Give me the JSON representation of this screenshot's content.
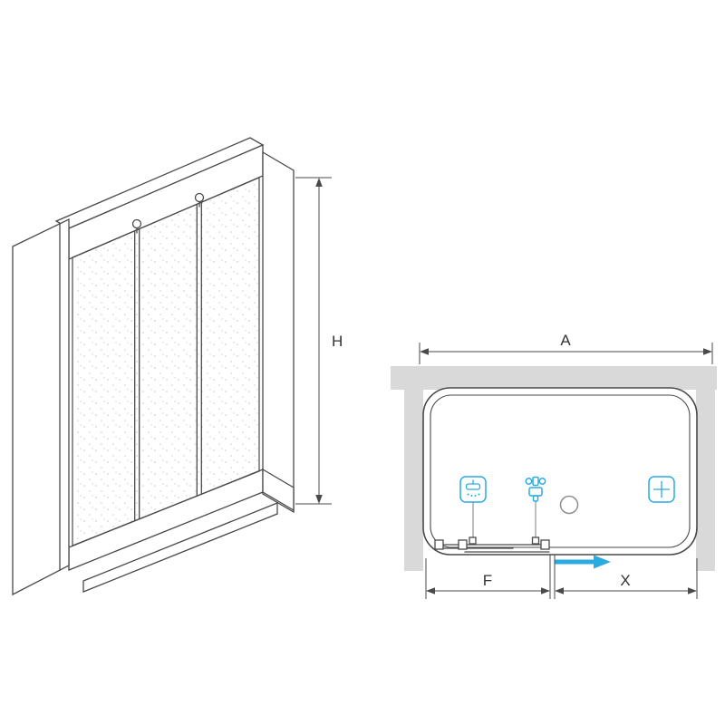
{
  "colors": {
    "accent": "#29abe2",
    "wall_fill": "#d9d9d9",
    "line": "#4a4a4a"
  },
  "front_view": {
    "dimension_height_label": "H"
  },
  "plan_view": {
    "dimension_width_label": "A",
    "dimension_fixed_label": "F",
    "dimension_opening_label": "X",
    "icons": {
      "shower_head": "shower-head-icon",
      "faucet": "faucet-icon",
      "drain": "drain-icon",
      "corner_shelf": "corner-shelf-icon",
      "slide_direction_arrow": "slide-direction-arrow-icon"
    }
  }
}
